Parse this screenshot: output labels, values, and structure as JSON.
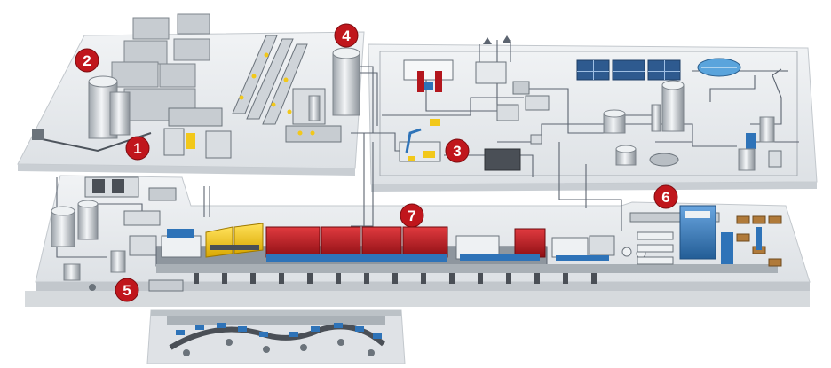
{
  "colors": {
    "marker": "#c0161c",
    "marker_text": "#ffffff",
    "platform_top": "#e6e9ec",
    "platform_side": "#c9ced3",
    "pipe": "#5c6470",
    "machine_red": "#b3161d",
    "machine_yellow": "#f2c81a",
    "machine_blue": "#2e73b8",
    "steel": "#b8bec4"
  },
  "markers": [
    {
      "id": "1",
      "label": "1",
      "target": "stock-preparation"
    },
    {
      "id": "2",
      "label": "2",
      "target": "pulp-plant"
    },
    {
      "id": "3",
      "label": "3",
      "target": "utilities"
    },
    {
      "id": "4",
      "label": "4",
      "target": "storage-tanks"
    },
    {
      "id": "5",
      "label": "5",
      "target": "approach-flow"
    },
    {
      "id": "6",
      "label": "6",
      "target": "winding-finishing"
    },
    {
      "id": "7",
      "label": "7",
      "target": "paper-machine"
    }
  ],
  "icons": [
    "pulp-digester-icon",
    "storage-silo-icon",
    "water-tank-icon",
    "clarifier-icon",
    "solar-panel-icon",
    "robot-arm-icon",
    "control-desk-icon",
    "roll-icon",
    "chimney-icon"
  ]
}
